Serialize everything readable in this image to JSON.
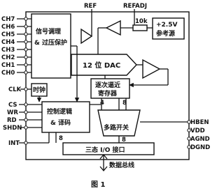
{
  "diagram": {
    "input_pins": [
      "CH7",
      "CH6",
      "CH5",
      "CH4",
      "CH3",
      "CH2",
      "CH1",
      "CH0"
    ],
    "control_pins": [
      "CS",
      "WR",
      "RD",
      "SHDN"
    ],
    "clk_pin": "CLK",
    "int_pin": "INT",
    "top_pins": {
      "ref": "REF",
      "refadj": "REFADJ"
    },
    "right_pins": [
      "HBEN",
      "VDD",
      "AGND",
      "DGND"
    ],
    "blocks": {
      "signal_conditioning": [
        "信号调理",
        "& 过压保护"
      ],
      "dac": "12 位 DAC",
      "sar": [
        "逐次逼近",
        "寄存器"
      ],
      "control_logic": [
        "控制逻辑",
        "& 译码"
      ],
      "clock": "时钟",
      "mux": "多路开关",
      "io_port": "三态 I/O 接口",
      "reference": [
        "+2.5V",
        "参考源"
      ],
      "resistor": "10k"
    },
    "bus_widths": {
      "sar_left": "4",
      "sar_right": "8",
      "io_left": "8",
      "io_right": "8"
    },
    "data_bus": "数据总线",
    "caption": "图 1"
  }
}
